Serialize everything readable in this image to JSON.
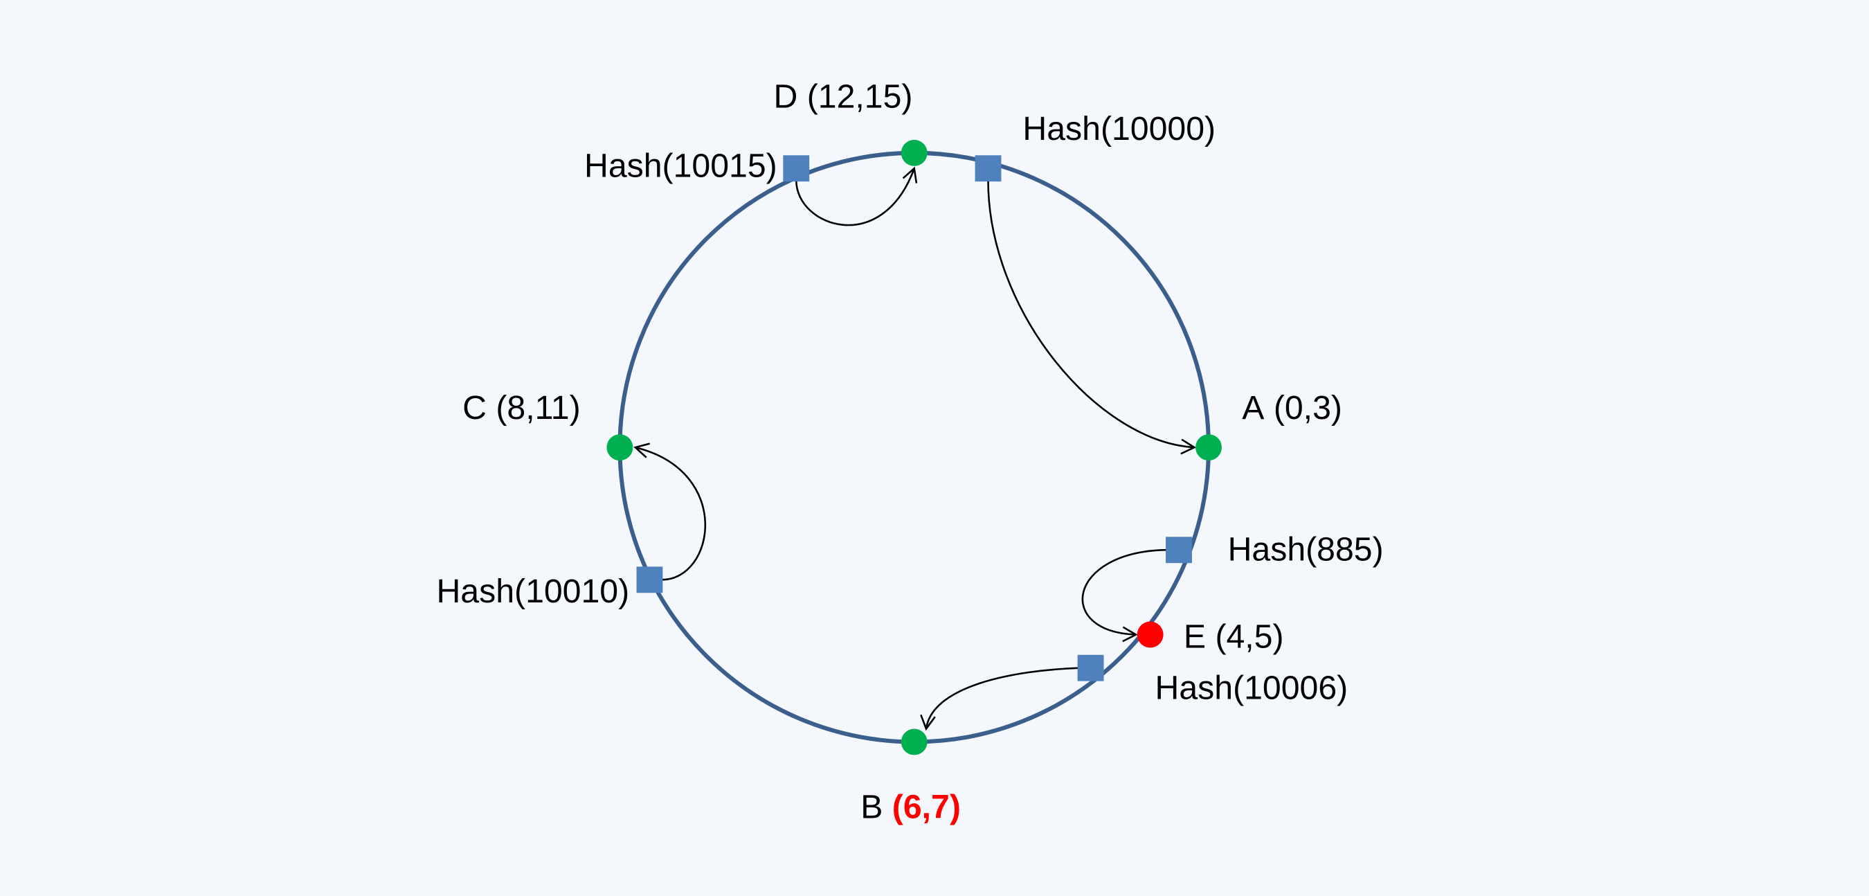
{
  "colors": {
    "background": "#f4f8fc",
    "ring": "#3b5f8c",
    "server_node": "#00b050",
    "new_node": "#ff0000",
    "hash_key": "#4f81bd",
    "arrow": "#000000",
    "highlight_text": "#ff0000"
  },
  "nodes": {
    "a": {
      "name": "A",
      "range": "(0,3)"
    },
    "b": {
      "name": "B",
      "range": "(6,7)"
    },
    "c": {
      "name": "C",
      "range": "(8,11)"
    },
    "d": {
      "name": "D",
      "range": "(12,15)"
    },
    "e": {
      "name": "E",
      "range": "(4,5)"
    }
  },
  "keys": {
    "k10015": "Hash(10015)",
    "k10000": "Hash(10000)",
    "k885": "Hash(885)",
    "k10006": "Hash(10006)",
    "k10010": "Hash(10010)"
  }
}
